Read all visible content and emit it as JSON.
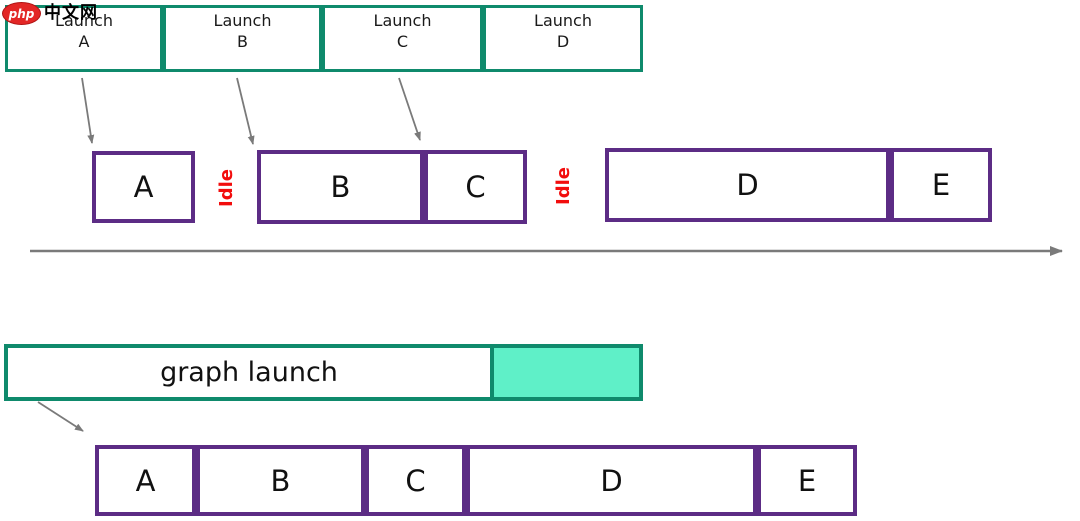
{
  "watermark": {
    "php": "php",
    "site": "中文网"
  },
  "launch_row": {
    "boxes": [
      {
        "line1": "Launch",
        "line2": "A"
      },
      {
        "line1": "Launch",
        "line2": "B"
      },
      {
        "line1": "Launch",
        "line2": "C"
      },
      {
        "line1": "Launch",
        "line2": "D"
      }
    ]
  },
  "stream_row": {
    "kernels": [
      {
        "label": "A"
      },
      {
        "label": "B"
      },
      {
        "label": "C"
      },
      {
        "label": "D"
      },
      {
        "label": "E"
      }
    ],
    "idle_labels": [
      {
        "label": "Idle"
      },
      {
        "label": "Idle"
      }
    ]
  },
  "graph_launch": {
    "label": "graph launch"
  },
  "graph_row": {
    "kernels": [
      {
        "label": "A"
      },
      {
        "label": "B"
      },
      {
        "label": "C"
      },
      {
        "label": "D"
      },
      {
        "label": "E"
      }
    ]
  },
  "colors": {
    "teal_border": "#0f8a6c",
    "mint_fill": "#5ff0c8",
    "purple_border": "#5c2c85",
    "idle_red": "#f20d0d",
    "arrow_gray": "#7a7a7a"
  }
}
